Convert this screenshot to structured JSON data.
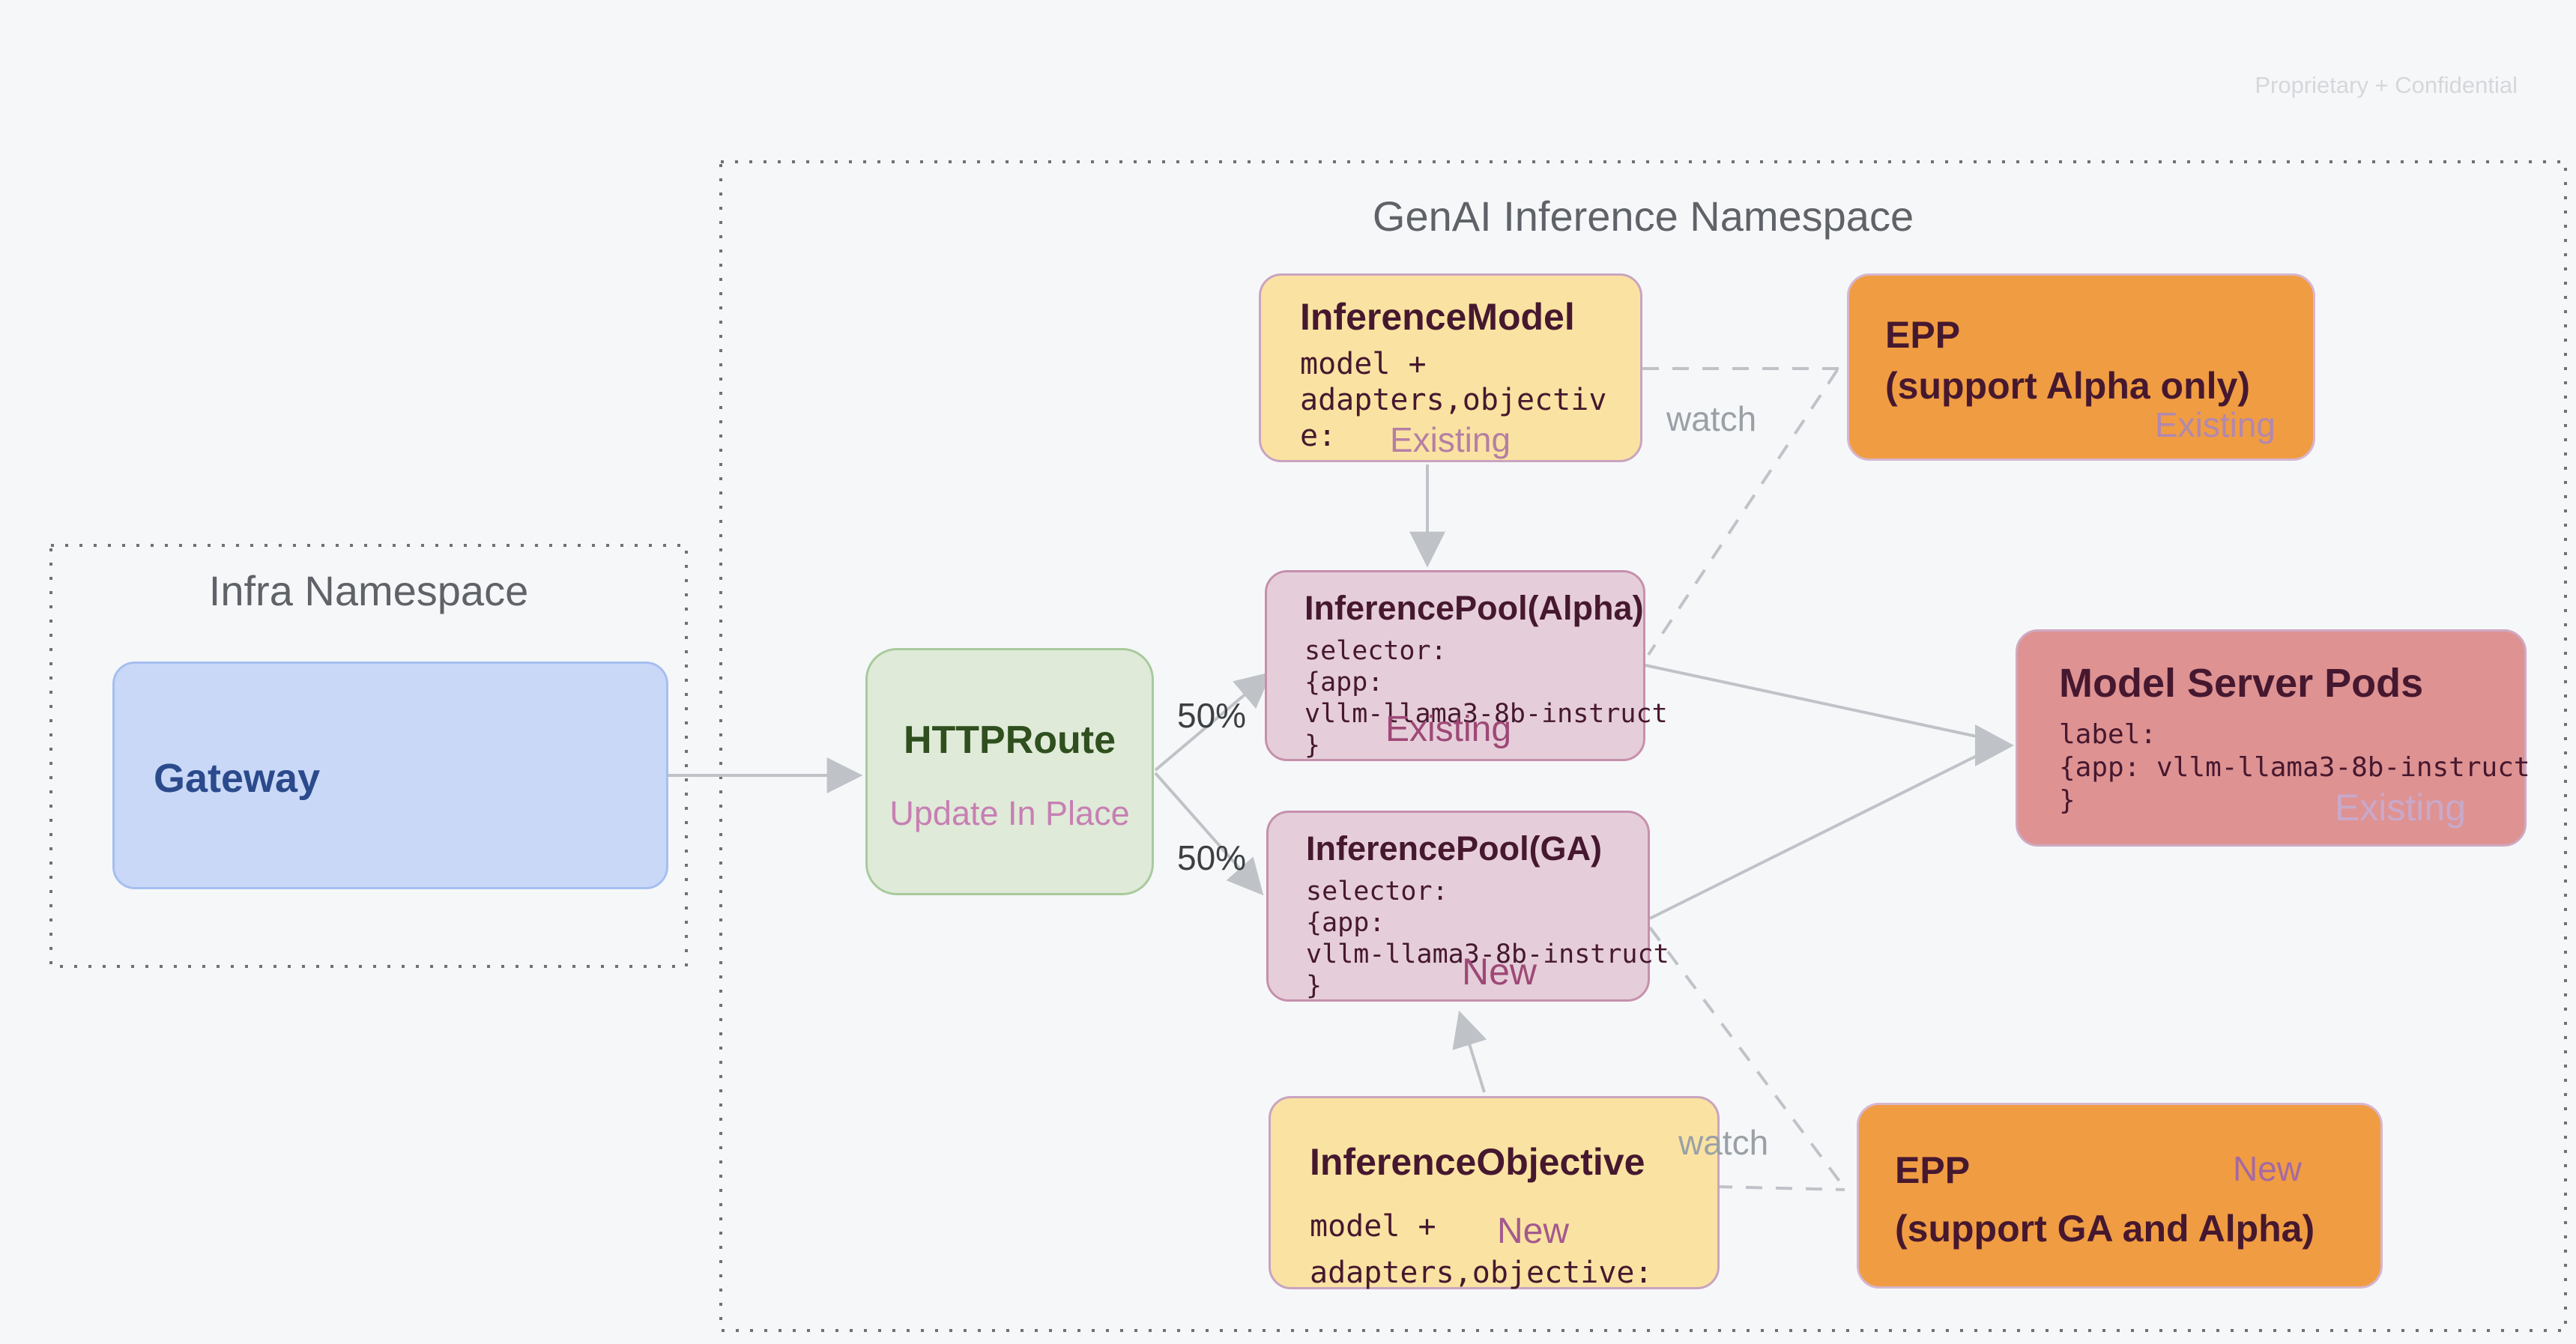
{
  "watermark": "Proprietary + Confidential",
  "infra_namespace": {
    "title": "Infra Namespace",
    "gateway": {
      "label": "Gateway"
    }
  },
  "genai_namespace": {
    "title": "GenAI Inference Namespace"
  },
  "httproute": {
    "title": "HTTPRoute",
    "subtitle": "Update In Place"
  },
  "inference_model": {
    "title": "InferenceModel",
    "code": [
      "model +",
      "adapters,objectiv",
      "e:"
    ],
    "status": "Existing",
    "status_color": "#B57FA4"
  },
  "epp_alpha": {
    "line1": "EPP",
    "line2": "(support Alpha only)",
    "status": "Existing",
    "status_color": "#B188AF"
  },
  "pool_alpha": {
    "title": "InferencePool(Alpha)",
    "code": [
      "selector:",
      "{app:",
      "vllm-llama3-8b-instruct",
      "}"
    ],
    "status": "Existing",
    "status_color": "#9E4876"
  },
  "pool_ga": {
    "title": "InferencePool(GA)",
    "code": [
      "selector:",
      "{app:",
      "vllm-llama3-8b-instruct",
      "}"
    ],
    "status": "New",
    "status_color": "#9E4876"
  },
  "model_server_pods": {
    "title": "Model Server Pods",
    "code": [
      "label:",
      "{app: vllm-llama3-8b-instruct",
      "}"
    ],
    "status": "Existing",
    "status_color": "#C9A9CA"
  },
  "inference_objective": {
    "title": "InferenceObjective",
    "code_line1": "model +",
    "code_line2": "adapters,objective:",
    "status": "New",
    "status_color": "#A35A8D"
  },
  "epp_ga": {
    "line1": "EPP",
    "line2": "(support GA and Alpha)",
    "status": "New",
    "status_color": "#A569A2"
  },
  "edge_labels": {
    "split_top": "50%",
    "split_bottom": "50%",
    "watch_top": "watch",
    "watch_bottom": "watch"
  },
  "colors": {
    "background": "#F6F7F9",
    "namespace_border": "#6E7175",
    "namespace_title": "#5F6368",
    "arrow": "#BFC3C8",
    "yellow_fill": "#FAE3A2",
    "pink_fill": "#E5CEDA",
    "orange_fill": "#F09C42",
    "salmon_fill": "#DE9292",
    "green_fill": "#DFEAD8",
    "blue_fill": "#C9D8F7",
    "dark_maroon_text": "#46182F",
    "dark_green_text": "#2F4F1E",
    "dark_blue_text": "#2B4A8C",
    "update_in_place_text": "#C77FB3"
  }
}
